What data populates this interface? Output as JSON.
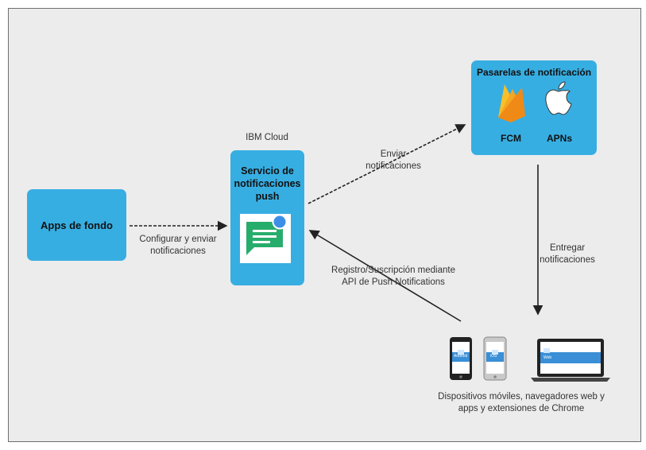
{
  "cloud_label": "IBM Cloud",
  "apps_box": {
    "label": "Apps de fondo"
  },
  "push_box": {
    "title_line1": "Servicio de",
    "title_line2": "notificaciones",
    "title_line3": "push"
  },
  "gateways_box": {
    "title": "Pasarelas de notificación",
    "fcm_label": "FCM",
    "apns_label": "APNs"
  },
  "arrows": {
    "configure_line1": "Configurar y enviar",
    "configure_line2": "notificaciones",
    "send_line1": "Enviar",
    "send_line2": "notificaciones",
    "deliver_line1": "Entregar",
    "deliver_line2": "notificaciones",
    "register_line1": "Registro/Suscripción mediante",
    "register_line2": "API de Push Notifications"
  },
  "devices": {
    "phone1_label": "Android",
    "phone2_label": "iOS",
    "laptop_label": "Web",
    "caption_line1": "Dispositivos móviles, navegadores web y",
    "caption_line2": "apps y extensiones de Chrome"
  },
  "colors": {
    "box": "#37aee2",
    "bubble": "#27ad6b",
    "badge": "#3b8fe6",
    "fcm": "#f5a623"
  }
}
